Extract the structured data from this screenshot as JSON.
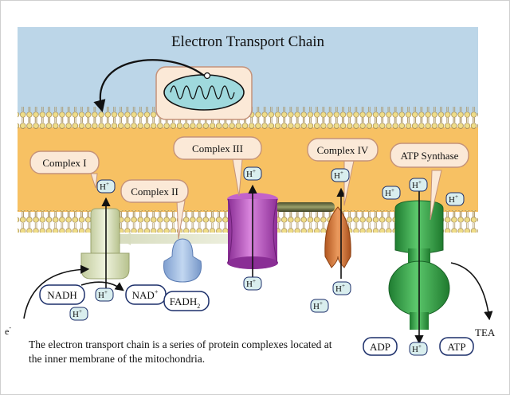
{
  "title": "Electron Transport Chain",
  "caption": "The electron transport chain is a series of protein complexes located at the inner membrane of the mitochondria.",
  "callouts": {
    "complex_1": "Complex I",
    "complex_2": "Complex II",
    "complex_3": "Complex III",
    "complex_4": "Complex IV",
    "atp_synthase": "ATP Synthase"
  },
  "labels": {
    "nadh": "NADH",
    "nad": "NAD",
    "nad_sup": "+",
    "fadh": "FADH",
    "fadh_sub": "2",
    "adp": "ADP",
    "atp": "ATP",
    "tea": "TEA",
    "proton": "H",
    "proton_sup": "+",
    "electron": "e",
    "electron_sup": "-"
  },
  "colors": {
    "background": "#ffffff",
    "outer_space": "#bcd6e8",
    "membrane_core": "#f7c163",
    "lipid_head": "#efdd88",
    "complex_1": "#dfe6c3",
    "complex_2": "#9dbde4",
    "complex_3": "#b44cbd",
    "complex_4": "#d7773b",
    "atp_synthase": "#35a447",
    "callout_fill": "#fbe9d7",
    "callout_border": "#c4927a",
    "proton_fill": "#d9eeee",
    "label_border": "#1c2f6a"
  }
}
